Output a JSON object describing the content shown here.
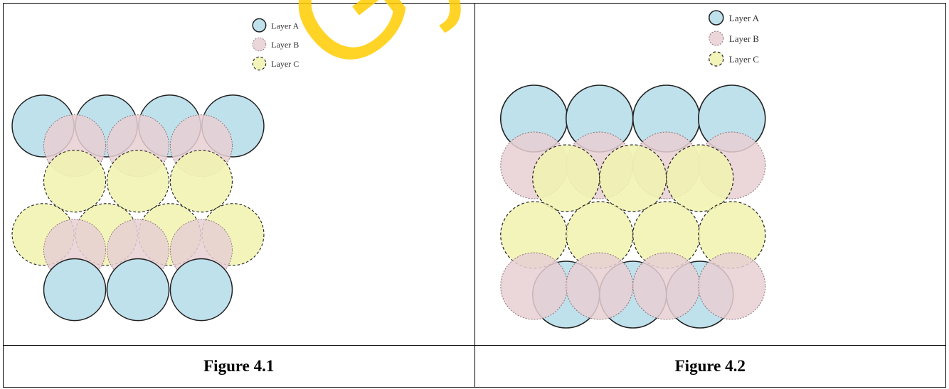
{
  "colors": {
    "layer_a": "#bfe1ec",
    "layer_b": "#e8cfd3",
    "layer_c": "#f0f2b0",
    "outline": "#222222"
  },
  "legend": {
    "layer_a": "Layer A",
    "layer_b": "Layer B",
    "layer_c": "Layer C"
  },
  "figures": [
    {
      "caption": "Figure 4.1",
      "stacking": "ABC"
    },
    {
      "caption": "Figure 4.2",
      "stacking": "ABCBA"
    }
  ],
  "watermark": {
    "text": "Gyan"
  }
}
